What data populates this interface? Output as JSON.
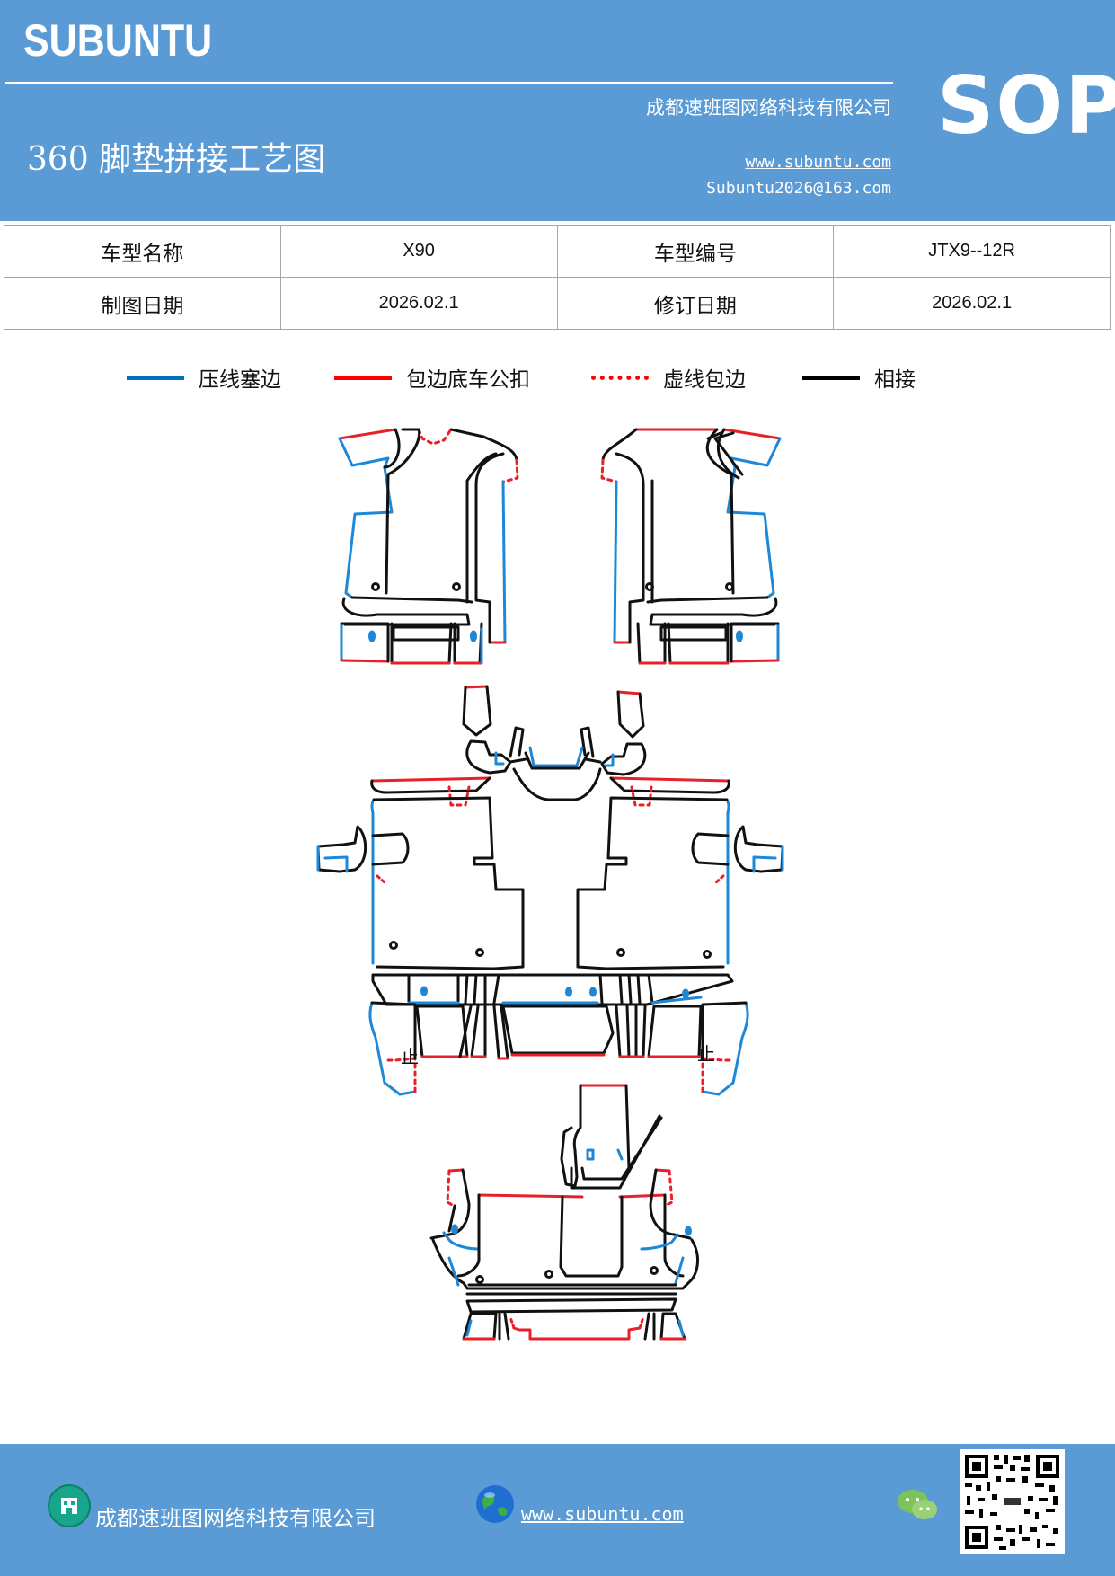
{
  "header": {
    "brand": "SUBUNTU",
    "badge": "SOP",
    "company": "成都速班图网络科技有限公司",
    "title": "360 脚垫拼接工艺图",
    "website": "www.subuntu.com",
    "email": "Subuntu2026@163.com"
  },
  "info_table": {
    "rows": [
      [
        {
          "text": "车型名称",
          "kind": "label"
        },
        {
          "text": "X90",
          "kind": "value"
        },
        {
          "text": "车型编号",
          "kind": "label"
        },
        {
          "text": "JTX9--12R",
          "kind": "value"
        }
      ],
      [
        {
          "text": "制图日期",
          "kind": "label"
        },
        {
          "text": "2026.02.1",
          "kind": "value"
        },
        {
          "text": "修订日期",
          "kind": "label"
        },
        {
          "text": "2026.02.1",
          "kind": "value"
        }
      ]
    ]
  },
  "legend": {
    "items": [
      {
        "label": "压线塞边",
        "color": "#0070c0",
        "style": "solid"
      },
      {
        "label": "包边底车公扣",
        "color": "#ff0000",
        "style": "solid"
      },
      {
        "label": "虚线包边",
        "color": "#ff0000",
        "style": "dotted"
      },
      {
        "label": "相接",
        "color": "#000000",
        "style": "solid"
      }
    ]
  },
  "diagram": {
    "markings": [
      "止",
      "止"
    ],
    "colors": {
      "blue": "#1e88d8",
      "red": "#e8202a",
      "black": "#111111"
    }
  },
  "footer": {
    "company": "成都速班图网络科技有限公司",
    "website": "www.subuntu.com",
    "icons": [
      "building-icon",
      "globe-icon",
      "wechat-icon",
      "qr-code"
    ]
  },
  "theme": {
    "header_bg": "#5b9bd5",
    "table_border": "#a6a6a6"
  }
}
